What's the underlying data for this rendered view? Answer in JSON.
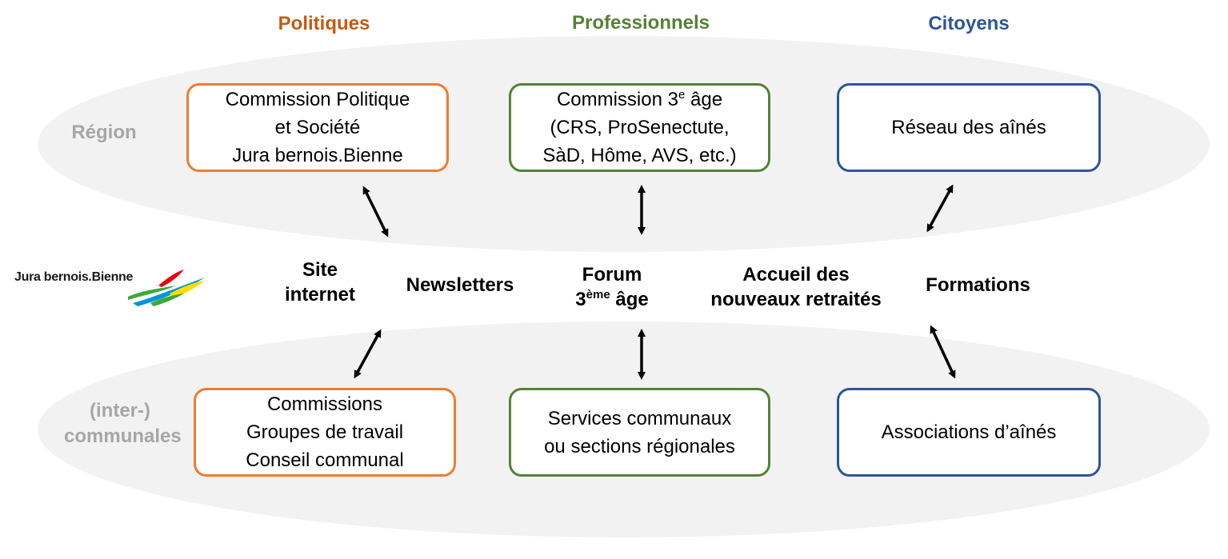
{
  "columns": {
    "politiques": {
      "label": "Politiques",
      "color": "#c55a11"
    },
    "professionnels": {
      "label": "Professionnels",
      "color": "#548235"
    },
    "citoyens": {
      "label": "Citoyens",
      "color": "#2f5597"
    }
  },
  "levels": {
    "region": "Région",
    "communal_line1": "(inter-)",
    "communal_line2": "communales",
    "color": "#a6a6a6"
  },
  "region_boxes": {
    "politiques": [
      "Commission Politique",
      "et Société",
      "Jura bernois.Bienne"
    ],
    "professionnels": {
      "line1_pre": "Commission 3",
      "line1_sup": "e",
      "line1_post": " âge",
      "line2": "(CRS, ProSenectute,",
      "line3": "SàD, Hôme, AVS, etc.)"
    },
    "citoyens": [
      "Réseau des aînés"
    ]
  },
  "communal_boxes": {
    "politiques": [
      "Commissions",
      "Groupes de travail",
      "Conseil communal"
    ],
    "professionnels": [
      "Services communaux",
      "ou sections régionales"
    ],
    "citoyens": [
      "Associations d’aînés"
    ]
  },
  "channels": {
    "site": [
      "Site",
      "internet"
    ],
    "newsletters": "Newsletters",
    "forum": {
      "line1": "Forum",
      "line2_pre": "3",
      "line2_sup": "ème",
      "line2_post": " âge"
    },
    "accueil": [
      "Accueil des",
      "nouveaux retraités"
    ],
    "formations": "Formations"
  },
  "logo": {
    "text": "Jura bernois.Bienne",
    "colors": {
      "red": "#e30613",
      "yellow": "#ffdd00",
      "green": "#3aaa35",
      "blue": "#0095db"
    }
  },
  "box_colors": {
    "orange": "#ed7d31",
    "green": "#548235",
    "blue": "#2f5597"
  }
}
